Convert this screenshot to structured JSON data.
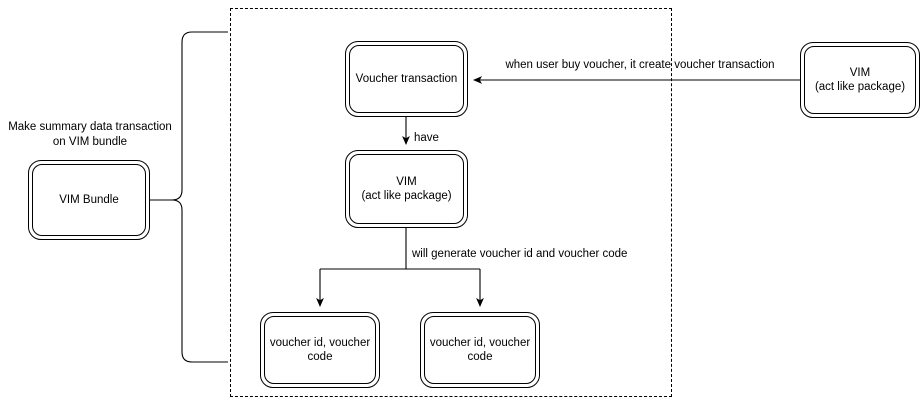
{
  "diagram": {
    "title_caption": "Make summary data transaction\non VIM bundle",
    "nodes": {
      "vim_bundle": {
        "label": "VIM Bundle"
      },
      "voucher_transaction": {
        "label": "Voucher transaction"
      },
      "vim_middle": {
        "label": "VIM\n(act like package)"
      },
      "vim_right": {
        "label": "VIM\n(act like package)"
      },
      "voucher_left": {
        "label": "voucher id, voucher\ncode"
      },
      "voucher_right": {
        "label": "voucher id, voucher\ncode"
      }
    },
    "edges": {
      "buy_voucher": "when user buy voucher, it create voucher transaction",
      "have": "have",
      "generate": "will generate voucher id and voucher code"
    },
    "colors": {
      "stroke": "#000000",
      "fill": "#ffffff",
      "text": "#000000"
    }
  }
}
